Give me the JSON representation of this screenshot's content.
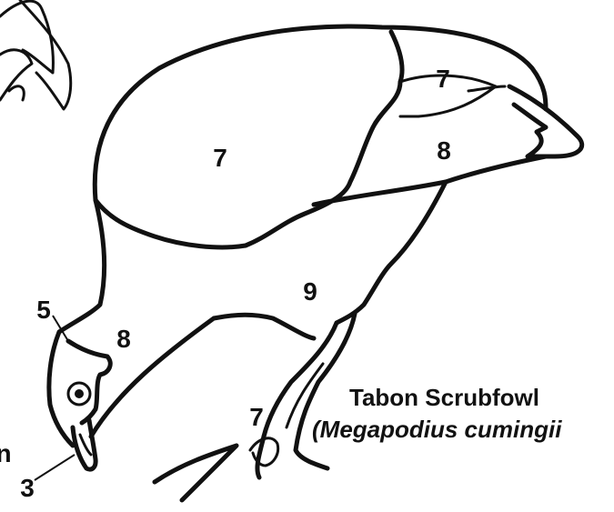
{
  "region_labels": {
    "wing_upper": "7",
    "wing_tip": "7",
    "wing_lower": "8",
    "face": "8",
    "belly": "9",
    "leg": "7",
    "eye_region": "5",
    "bill": "3",
    "cut_letter": "n"
  },
  "caption": {
    "common_name": "Tabon Scrubfowl",
    "scientific_name": "(Megapodius cumingii"
  }
}
